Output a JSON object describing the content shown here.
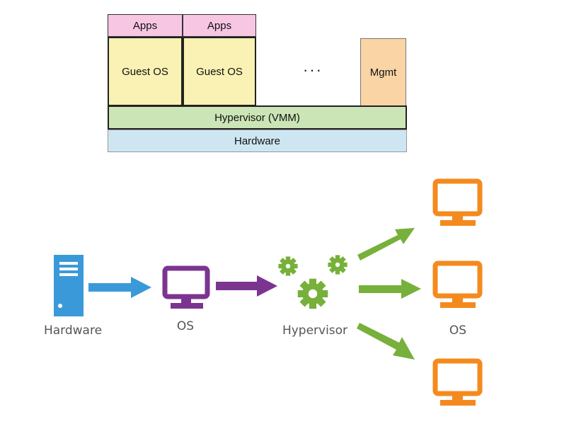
{
  "stack": {
    "apps_1": "Apps",
    "apps_2": "Apps",
    "guest_1": "Guest OS",
    "guest_2": "Guest OS",
    "ellipsis": "···",
    "mgmt": "Mgmt",
    "hypervisor": "Hypervisor (VMM)",
    "hardware": "Hardware"
  },
  "flow": {
    "hardware_label": "Hardware",
    "os_label": "OS",
    "hypervisor_label": "Hypervisor",
    "guest_os_label": "OS"
  },
  "colors": {
    "hardware": "#3a9ad9",
    "host_os": "#7b3590",
    "hypervisor": "#77b03a",
    "guest_os": "#f48a1e"
  },
  "icons": {
    "hardware": "server-icon",
    "host_os": "monitor-icon",
    "hypervisor": "gears-icon",
    "guest_os": "monitor-icon"
  }
}
